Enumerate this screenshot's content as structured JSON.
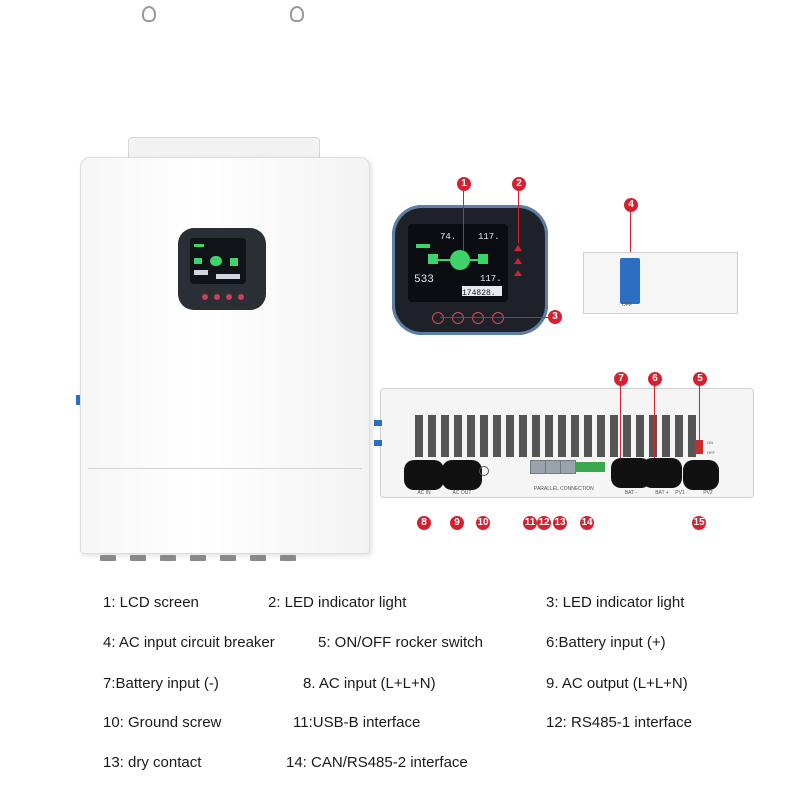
{
  "screen": {
    "readout_top_left": "74.",
    "readout_top_right": "117.",
    "readout_mid": "533",
    "readout_mid_right": "117.",
    "readout_bottom": "174828."
  },
  "callouts": [
    "1",
    "2",
    "3",
    "4",
    "5",
    "6",
    "7",
    "8",
    "9",
    "10",
    "11",
    "12",
    "13",
    "14",
    "15"
  ],
  "device_labels": {
    "ac_in": "AC IN",
    "ac_out": "AC OUT",
    "parallel": "PARALLEL CONNECTION",
    "bat_minus": "BAT -",
    "bat_plus": "BAT +",
    "pv1": "PV1",
    "pv2": "PV2",
    "on": "ON",
    "off": "OFF",
    "breaker_off": "OFF"
  },
  "captions": [
    "1: LCD screen",
    "2: LED indicator light",
    "3: LED indicator light",
    "4: AC input circuit breaker",
    "5: ON/OFF rocker switch",
    "6:Battery input (+)",
    "7:Battery input (-)",
    "8. AC input (L+L+N)",
    "9. AC output (L+L+N)",
    "10: Ground screw",
    "11:USB-B interface",
    "12: RS485-1 interface",
    "13: dry contact",
    "14: CAN/RS485-2 interface"
  ],
  "colors": {
    "callout_red": "#d7202f",
    "breaker_blue": "#2c6fc2",
    "lcd_green": "#3fd36b"
  }
}
